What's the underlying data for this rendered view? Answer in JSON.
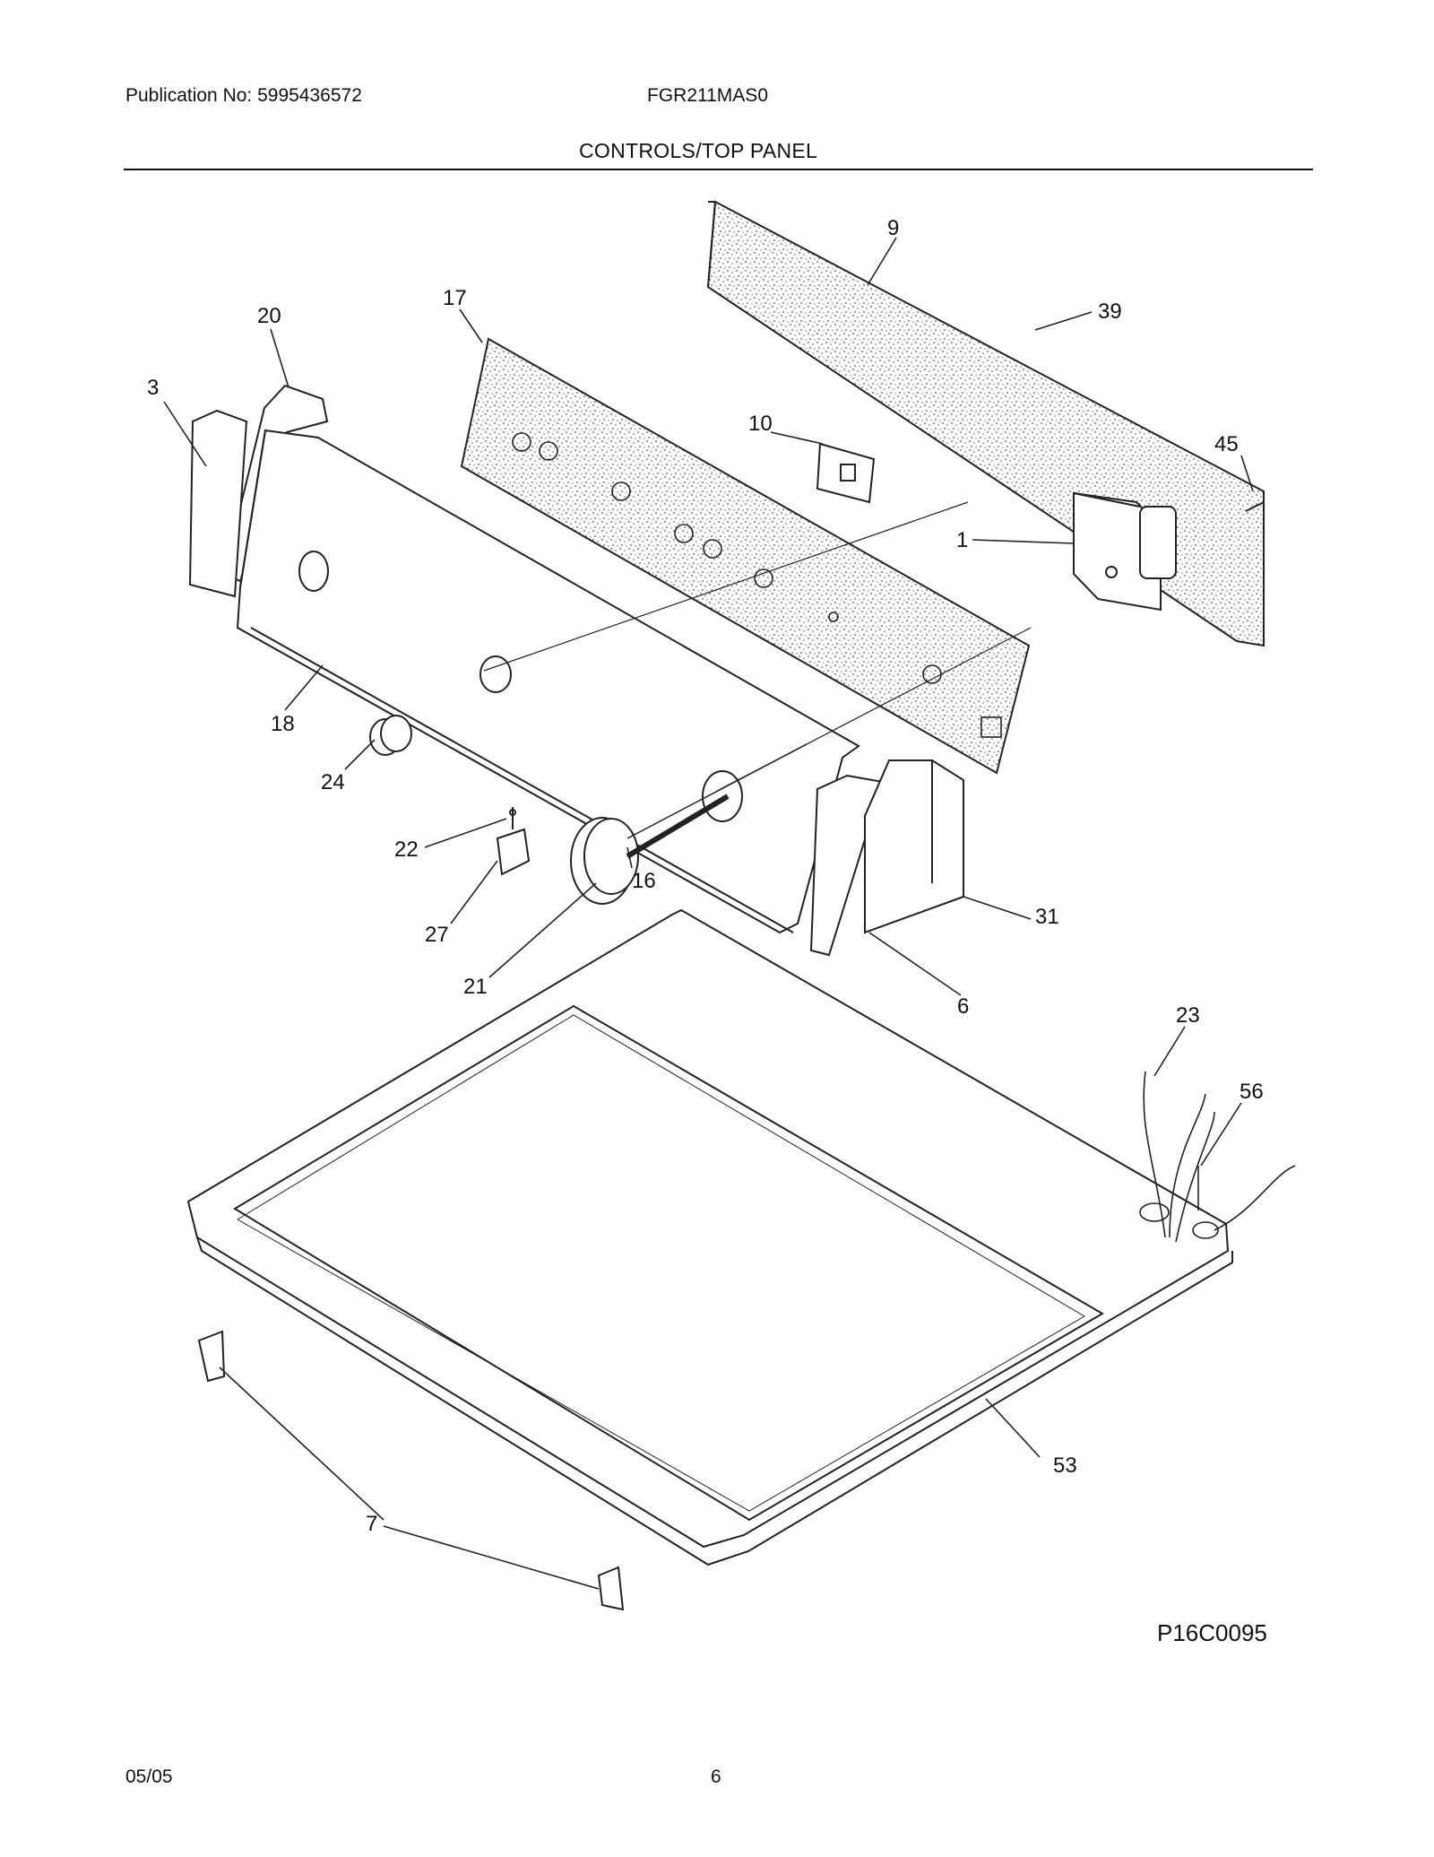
{
  "header": {
    "publication": "Publication No: 5995436572",
    "model": "FGR211MAS0",
    "section_title": "CONTROLS/TOP PANEL"
  },
  "diagram": {
    "callouts": [
      "9",
      "39",
      "17",
      "20",
      "10",
      "45",
      "3",
      "1",
      "18",
      "24",
      "22",
      "16",
      "27",
      "31",
      "21",
      "6",
      "23",
      "56",
      "53",
      "7"
    ],
    "reference_code": "P16C0095"
  },
  "footer": {
    "date": "05/05",
    "page_number": "6"
  }
}
